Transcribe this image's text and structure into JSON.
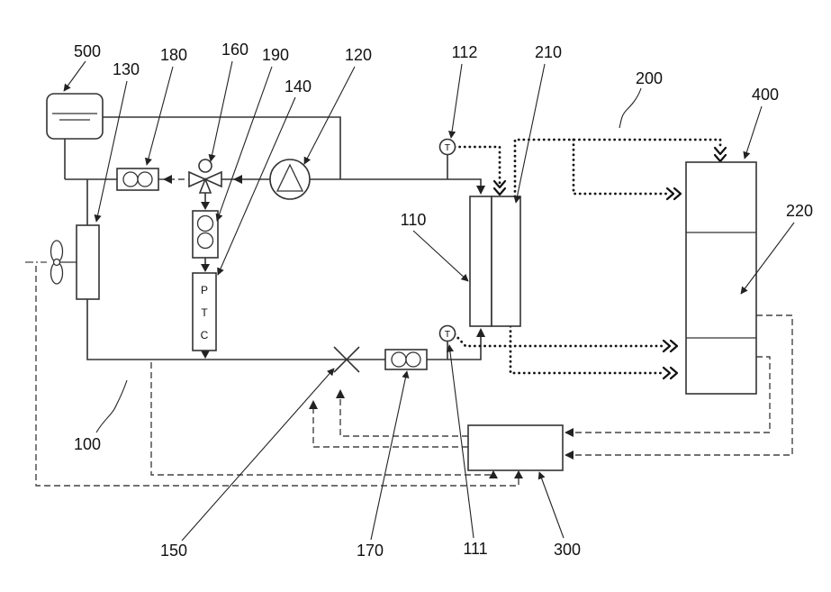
{
  "figure": {
    "type": "patent-schematic-thermal-system",
    "colors": {
      "line": "#333333",
      "text": "#111111",
      "background": "#ffffff"
    },
    "labels": {
      "tank": "500",
      "radiator_fan": "130",
      "pump_left": "180",
      "three_way_valve": "160",
      "inline_unit": "190",
      "ptc_heater": "140",
      "pump_top": "120",
      "temp_sensor_top": "112",
      "hx_refrigerant_side": "210",
      "refrigerant_circuit": "200",
      "right_unit": "400",
      "heat_exchanger": "110",
      "right_unit_section": "220",
      "coolant_circuit": "100",
      "expansion_valve": "150",
      "pump_bottom": "170",
      "temp_sensor_bottom": "111",
      "bottom_unit": "300"
    },
    "component_text": {
      "ptc": [
        "P",
        "T",
        "C"
      ],
      "temp_sensor": "T"
    }
  }
}
